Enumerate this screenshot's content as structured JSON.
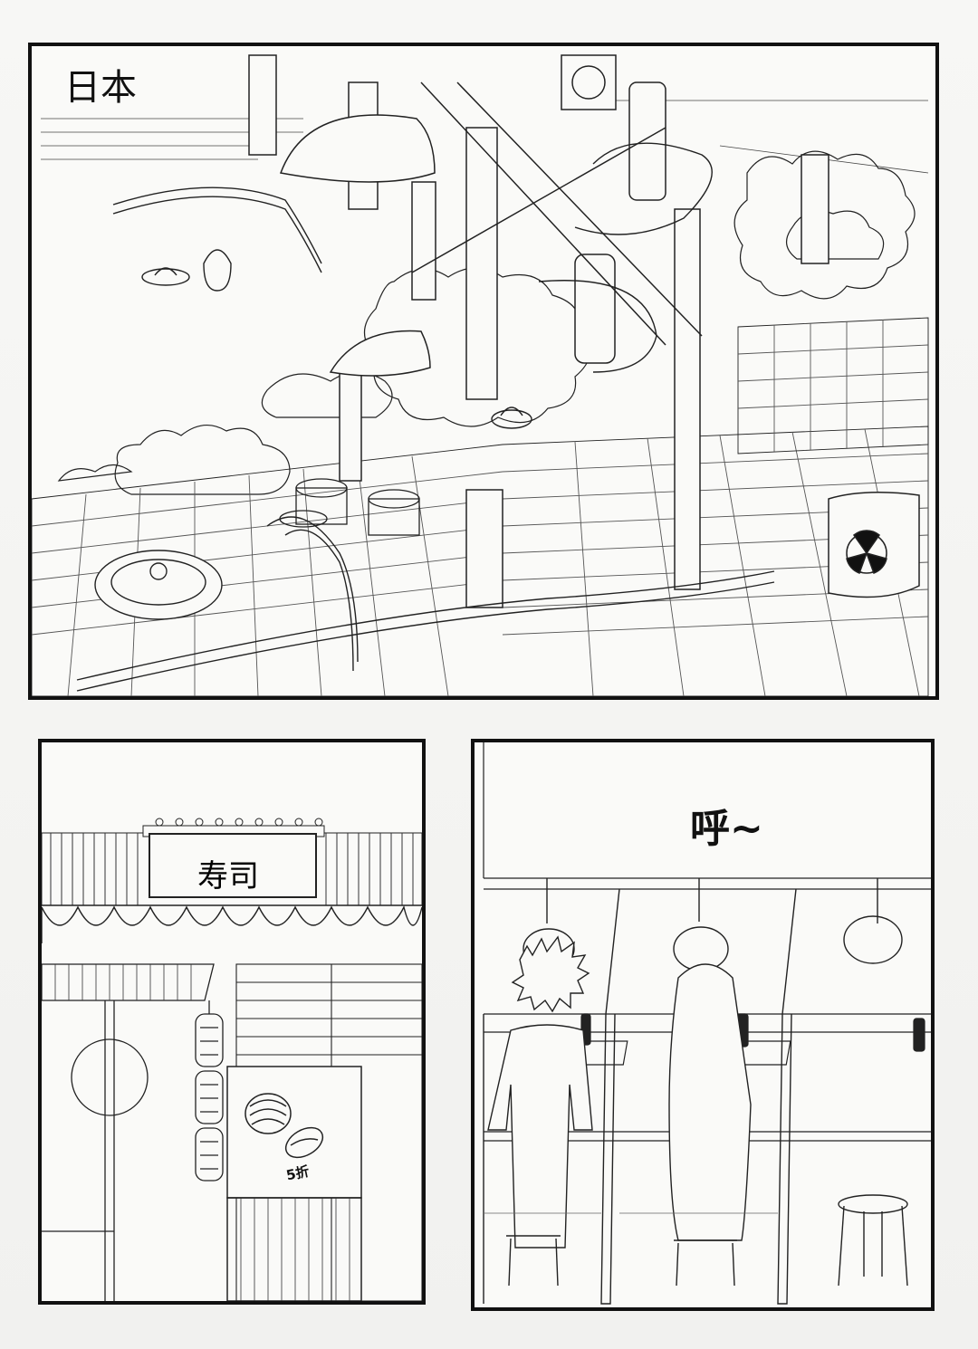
{
  "panels": [
    {
      "id": "panel-1",
      "caption": "日本"
    },
    {
      "id": "panel-2",
      "sign_text": "寿司",
      "poster_text": "5折"
    },
    {
      "id": "panel-3",
      "sfx": "呼~"
    }
  ],
  "colors": {
    "ink": "#111111",
    "paper": "#fafaf8",
    "page": "#f4f4f2"
  }
}
